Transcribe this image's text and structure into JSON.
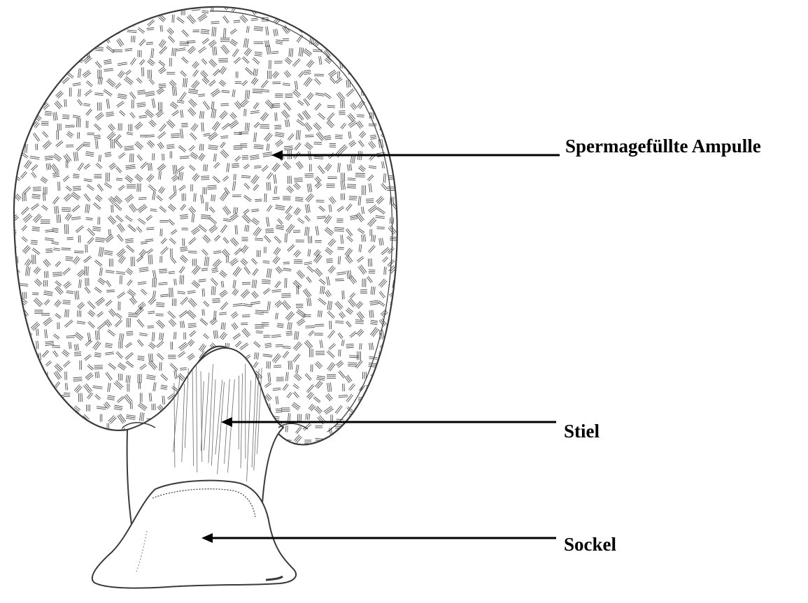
{
  "labels": {
    "ampulle": "Spermagefüllte Ampulle",
    "stiel": "Stiel",
    "sockel": "Sockel"
  },
  "colors": {
    "outline": "#3a3a3a",
    "hatch": "#4a4a4a",
    "arrow": "#000000"
  },
  "icons": {
    "ampulle": "ampulla-shape",
    "stiel": "stalk-shape",
    "sockel": "base-shape"
  }
}
